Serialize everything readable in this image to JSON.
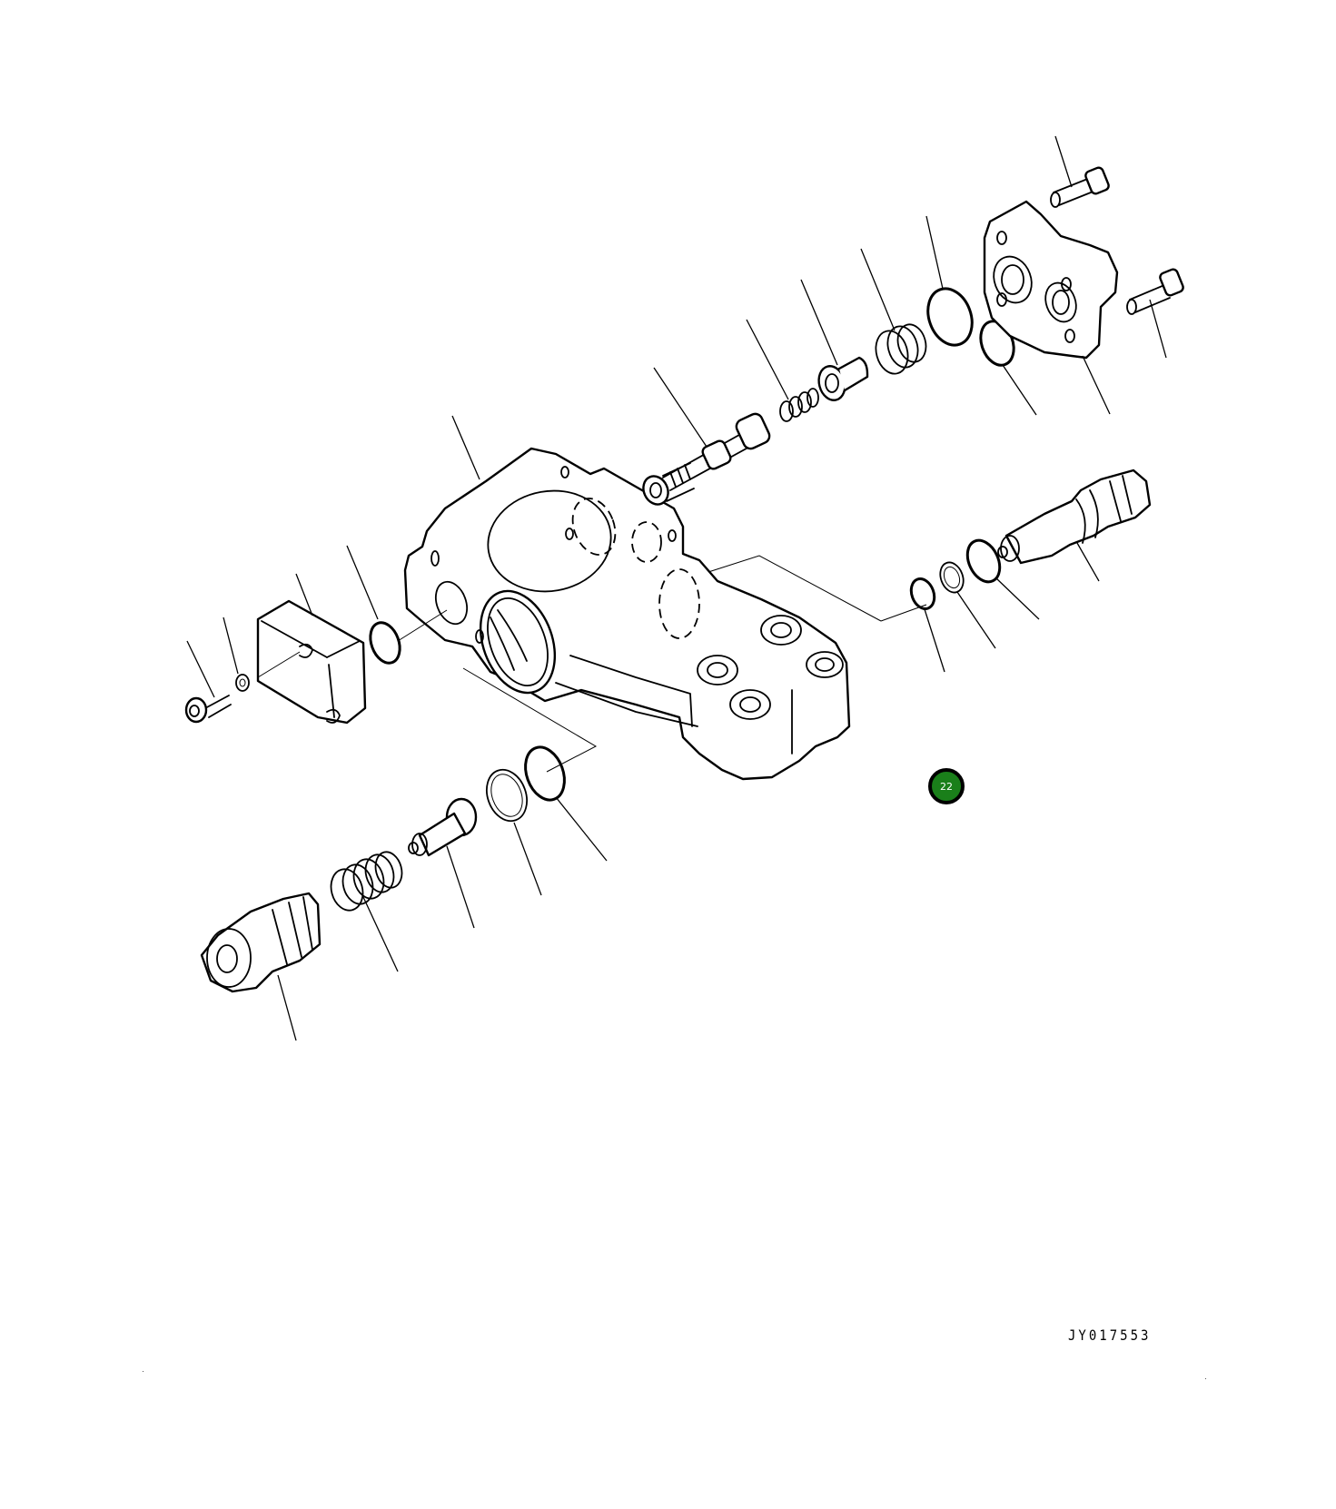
{
  "diagram": {
    "type": "exploded-parts-illustration",
    "subject": "valve body assembly",
    "drawing_code": "JY017553",
    "background_color": "#ffffff",
    "line_color": "#000000"
  },
  "hotspots": [
    {
      "label": "22",
      "fill_color": "#1a7f1a",
      "border_color": "#000000"
    }
  ],
  "parts": [
    {
      "name": "valve-body"
    },
    {
      "name": "spool"
    },
    {
      "name": "small-spring"
    },
    {
      "name": "spring-seat"
    },
    {
      "name": "spring"
    },
    {
      "name": "o-ring-upper-1"
    },
    {
      "name": "o-ring-upper-2"
    },
    {
      "name": "cover-flange"
    },
    {
      "name": "bolt-upper-1"
    },
    {
      "name": "bolt-upper-2"
    },
    {
      "name": "cartridge-valve-right"
    },
    {
      "name": "o-ring-right-1"
    },
    {
      "name": "backup-ring-right"
    },
    {
      "name": "o-ring-right-2"
    },
    {
      "name": "block-cover-left"
    },
    {
      "name": "o-ring-left"
    },
    {
      "name": "washer-left"
    },
    {
      "name": "bolt-left"
    },
    {
      "name": "plug-lower"
    },
    {
      "name": "spring-lower"
    },
    {
      "name": "poppet-lower"
    },
    {
      "name": "backup-ring-lower"
    },
    {
      "name": "o-ring-lower"
    }
  ]
}
